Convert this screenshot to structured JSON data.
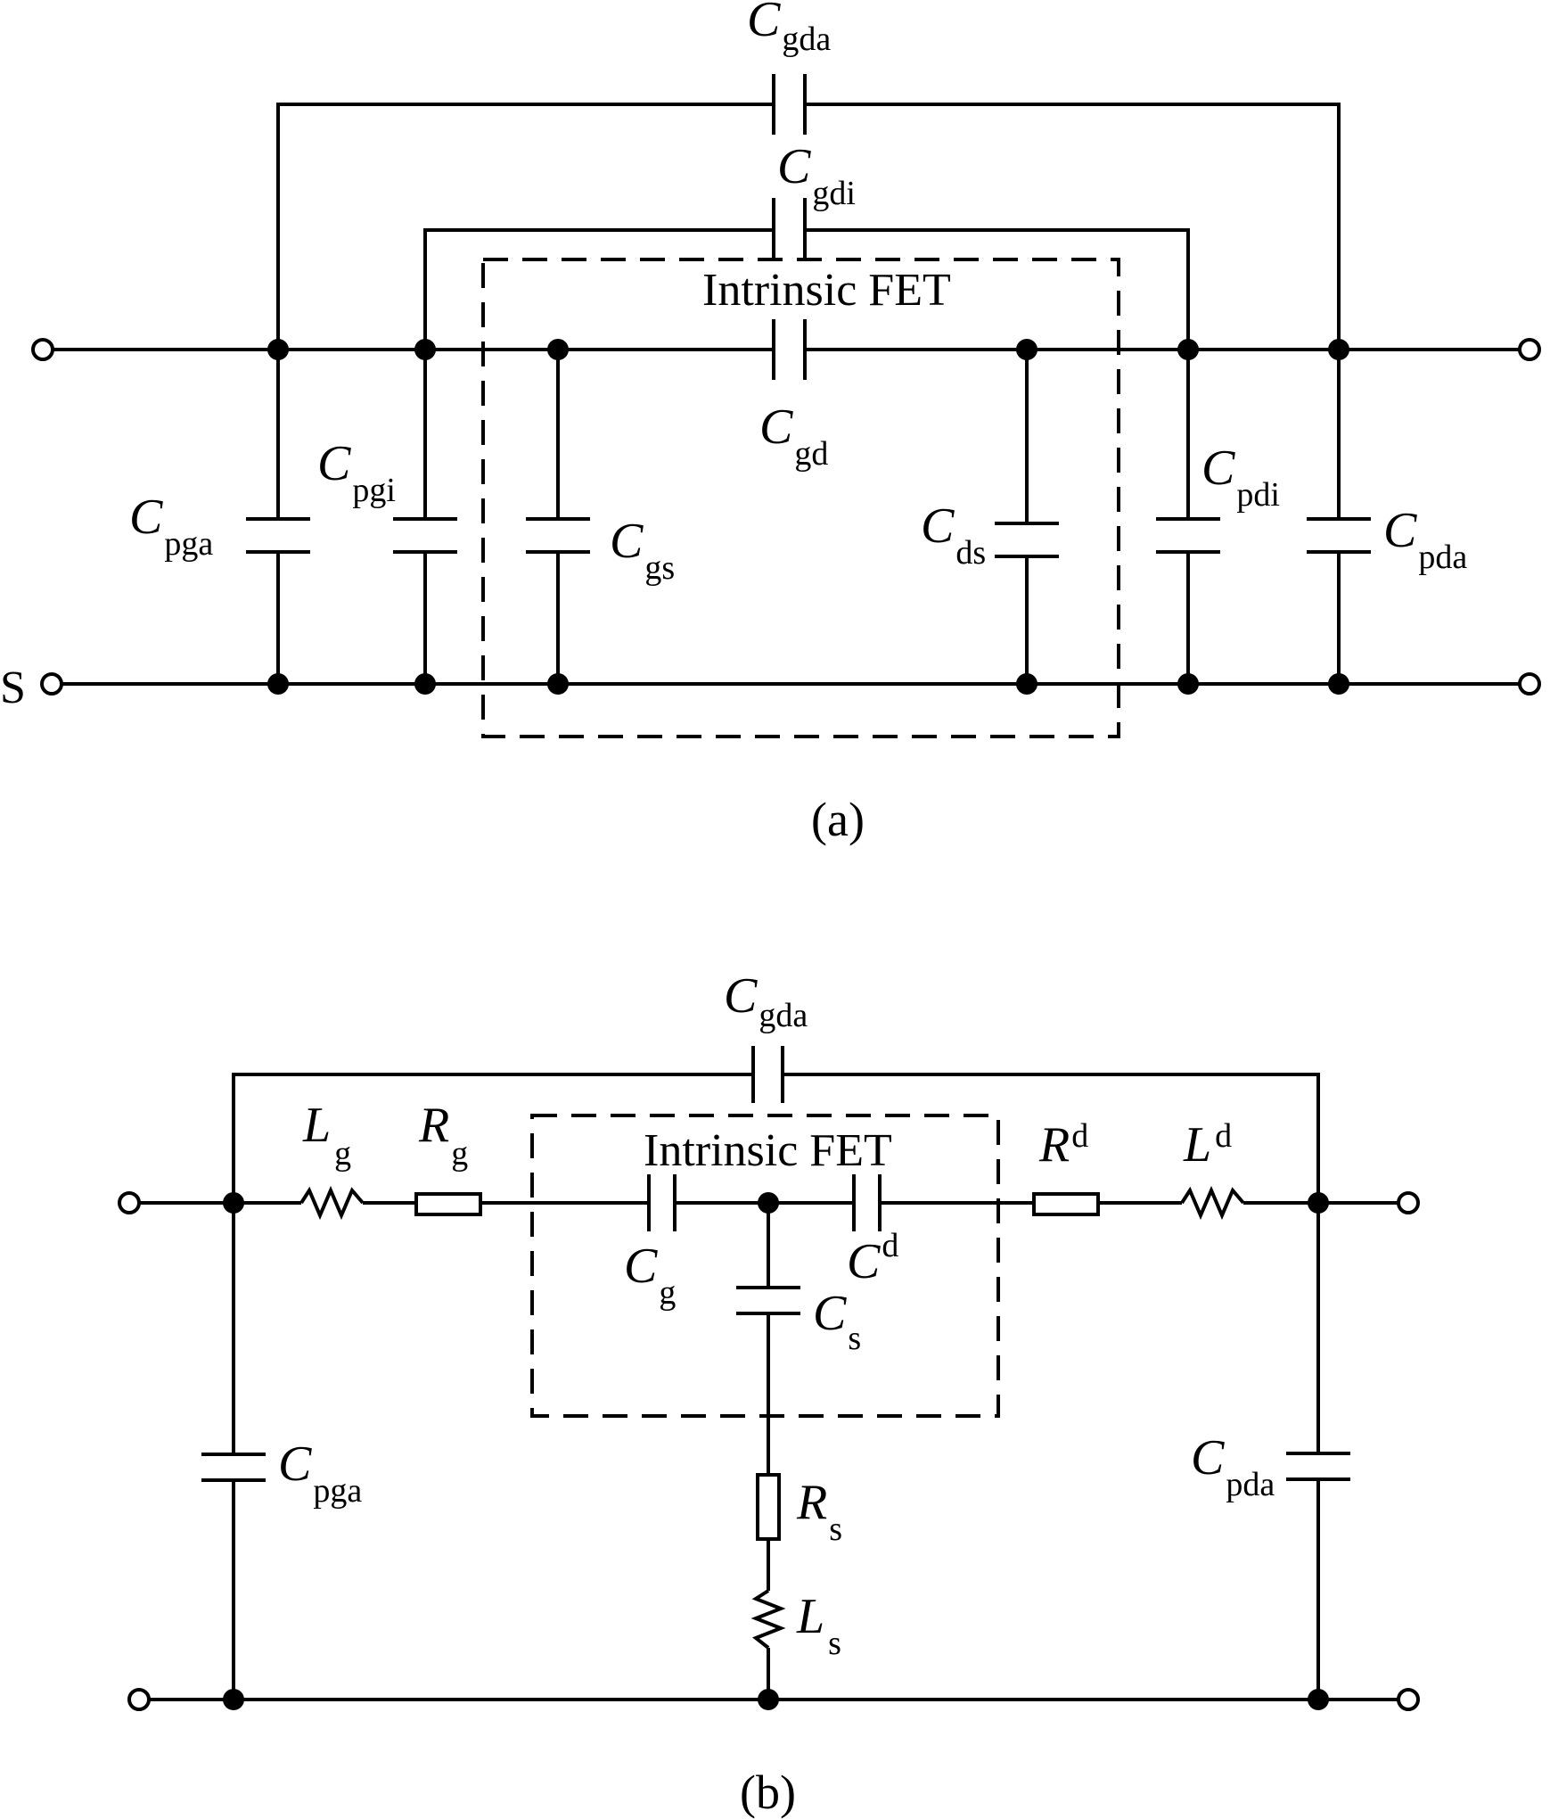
{
  "diagram_a": {
    "caption": "(a)",
    "box_label": "Intrinsic FET",
    "port_label": "S",
    "components": [
      {
        "id": "cgda",
        "main": "C",
        "sub": "gda"
      },
      {
        "id": "cgdi",
        "main": "C",
        "sub": "gdi"
      },
      {
        "id": "cgd",
        "main": "C",
        "sub": "gd"
      },
      {
        "id": "cpga",
        "main": "C",
        "sub": "pga"
      },
      {
        "id": "cpgi",
        "main": "C",
        "sub": "pgi"
      },
      {
        "id": "cgs",
        "main": "C",
        "sub": "gs"
      },
      {
        "id": "cds",
        "main": "C",
        "sub": "ds"
      },
      {
        "id": "cpdi",
        "main": "C",
        "sub": "pdi"
      },
      {
        "id": "cpda",
        "main": "C",
        "sub": "pda"
      }
    ]
  },
  "diagram_b": {
    "caption": "(b)",
    "box_label": "Intrinsic FET",
    "components": [
      {
        "id": "cgda",
        "main": "C",
        "sub": "gda"
      },
      {
        "id": "lg",
        "main": "L",
        "sub": "g"
      },
      {
        "id": "rg",
        "main": "R",
        "sub": "g"
      },
      {
        "id": "rd",
        "main": "R",
        "sub": "d"
      },
      {
        "id": "ld",
        "main": "L",
        "sub": "d"
      },
      {
        "id": "cg",
        "main": "C",
        "sub": "g"
      },
      {
        "id": "cd",
        "main": "C",
        "sub": "d"
      },
      {
        "id": "cs",
        "main": "C",
        "sub": "s"
      },
      {
        "id": "rs",
        "main": "R",
        "sub": "s"
      },
      {
        "id": "ls",
        "main": "L",
        "sub": "s"
      },
      {
        "id": "cpga",
        "main": "C",
        "sub": "pga"
      },
      {
        "id": "cpda",
        "main": "C",
        "sub": "pda"
      }
    ]
  }
}
